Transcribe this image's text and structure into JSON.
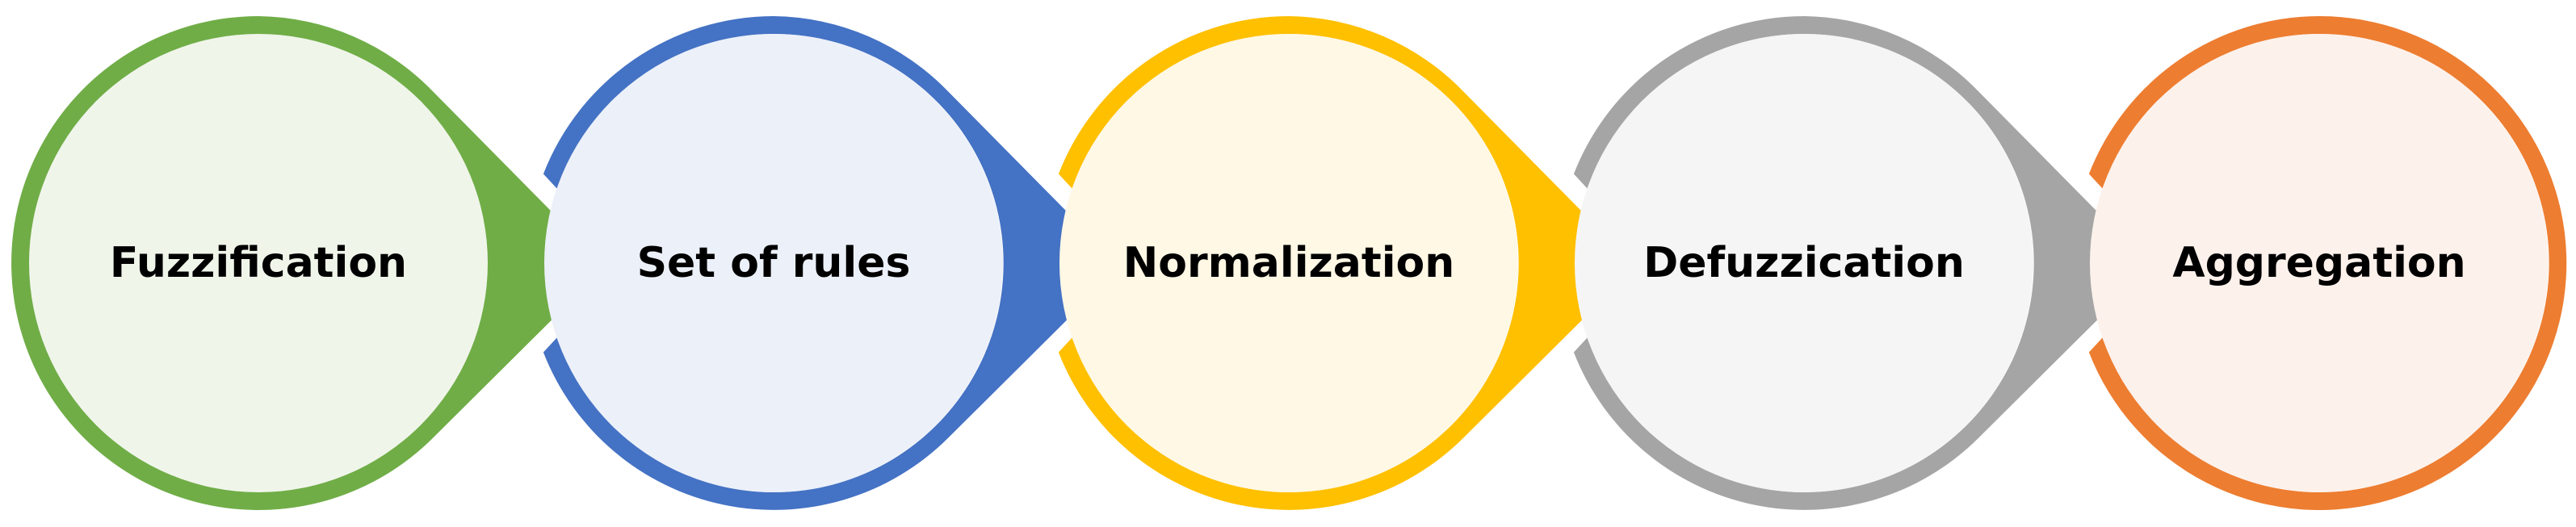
{
  "diagram": {
    "title": "",
    "steps": [
      {
        "label": "Fuzzification",
        "ring_color": "#70AD47",
        "fill_color": "#F0F5EA"
      },
      {
        "label": "Set of rules",
        "ring_color": "#4472C4",
        "fill_color": "#ECF0F9"
      },
      {
        "label": "Normalization",
        "ring_color": "#FFC000",
        "fill_color": "#FFF8E5"
      },
      {
        "label": "Defuzzication",
        "ring_color": "#A5A5A5",
        "fill_color": "#F5F5F5"
      },
      {
        "label": "Aggregation",
        "ring_color": "#ED7D31",
        "fill_color": "#FDF1EB"
      }
    ]
  }
}
